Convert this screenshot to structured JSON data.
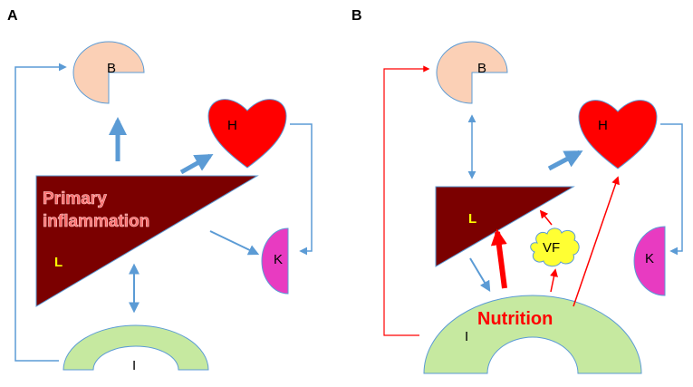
{
  "panel_a": {
    "label": "A",
    "brain": "B",
    "heart": "H",
    "liver": "L",
    "kidney": "K",
    "intestine": "I",
    "inflammation_line1": "Primary",
    "inflammation_line2": "inflammation"
  },
  "panel_b": {
    "label": "B",
    "brain": "B",
    "heart": "H",
    "liver": "L",
    "kidney": "K",
    "intestine": "I",
    "visceral_fat": "VF",
    "nutrition": "Nutrition"
  },
  "colors": {
    "brain": "#fbd0b6",
    "heart": "#ff0000",
    "liver": "#7b0000",
    "kidney": "#e83bc1",
    "intestine": "#c6e9a0",
    "visceral_fat": "#ffff33",
    "blue_arrow": "#5b9bd5",
    "red_arrow": "#ff0000"
  }
}
